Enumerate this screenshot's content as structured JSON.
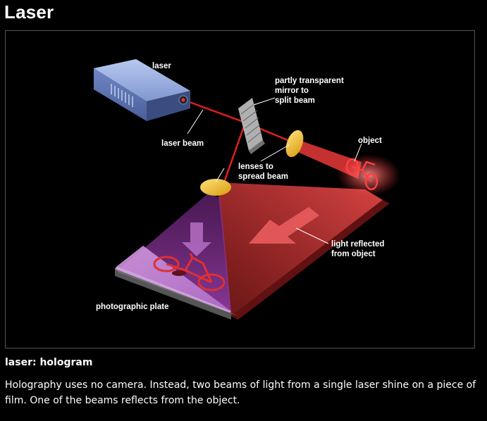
{
  "page": {
    "title": "Laser"
  },
  "diagram": {
    "labels": {
      "laser": "laser",
      "laser_beam": "laser beam",
      "mirror_line1": "partly transparent",
      "mirror_line2": "mirror to",
      "mirror_line3": "split beam",
      "object": "object",
      "lenses_line1": "lenses to",
      "lenses_line2": "spread beam",
      "reflected_line1": "light reflected",
      "reflected_line2": "from object",
      "plate": "photographic plate"
    },
    "colors": {
      "beam": "#e02020",
      "laser_body": "#8fa3d8",
      "lens": "#f0c020",
      "plate": "#c080d8",
      "reflected_light": "#c83030"
    }
  },
  "caption": {
    "title": "laser: hologram",
    "text": "Holography uses no camera. Instead, two beams of light from a single laser shine on a piece of film. One of the beams reflects from the object."
  }
}
